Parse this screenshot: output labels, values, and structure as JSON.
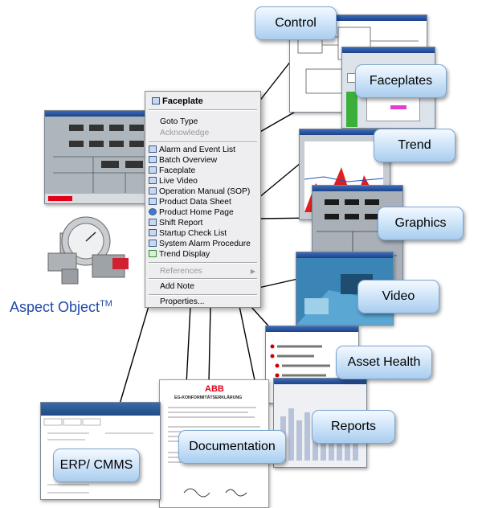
{
  "aspect_object": {
    "label": "Aspect Object",
    "tm": "TM"
  },
  "callouts": {
    "control": "Control",
    "faceplates": "Faceplates",
    "trend": "Trend",
    "graphics": "Graphics",
    "video": "Video",
    "asset_health": "Asset Health",
    "reports": "Reports",
    "documentation": "Documentation",
    "erp": "ERP/ CMMS"
  },
  "menu": {
    "header": "Faceplate",
    "goto_type": "Goto Type",
    "acknowledge": "Acknowledge",
    "items": [
      "Alarm and Event List",
      "Batch Overview",
      "Faceplate",
      "Live Video",
      "Operation Manual (SOP)",
      "Product Data Sheet",
      "Product Home Page",
      "Shift Report",
      "Startup Check List",
      "System Alarm Procedure",
      "Trend Display"
    ],
    "references": "References",
    "add_note": "Add Note",
    "properties": "Properties..."
  },
  "documentation_doc": {
    "logo": "ABB",
    "heading": "EG-KONFORMITÄTSERKLÄRUNG"
  },
  "colors": {
    "callout_text": "#000000",
    "aspect_title": "#1f4aa8",
    "abb_red": "#e2001a"
  }
}
